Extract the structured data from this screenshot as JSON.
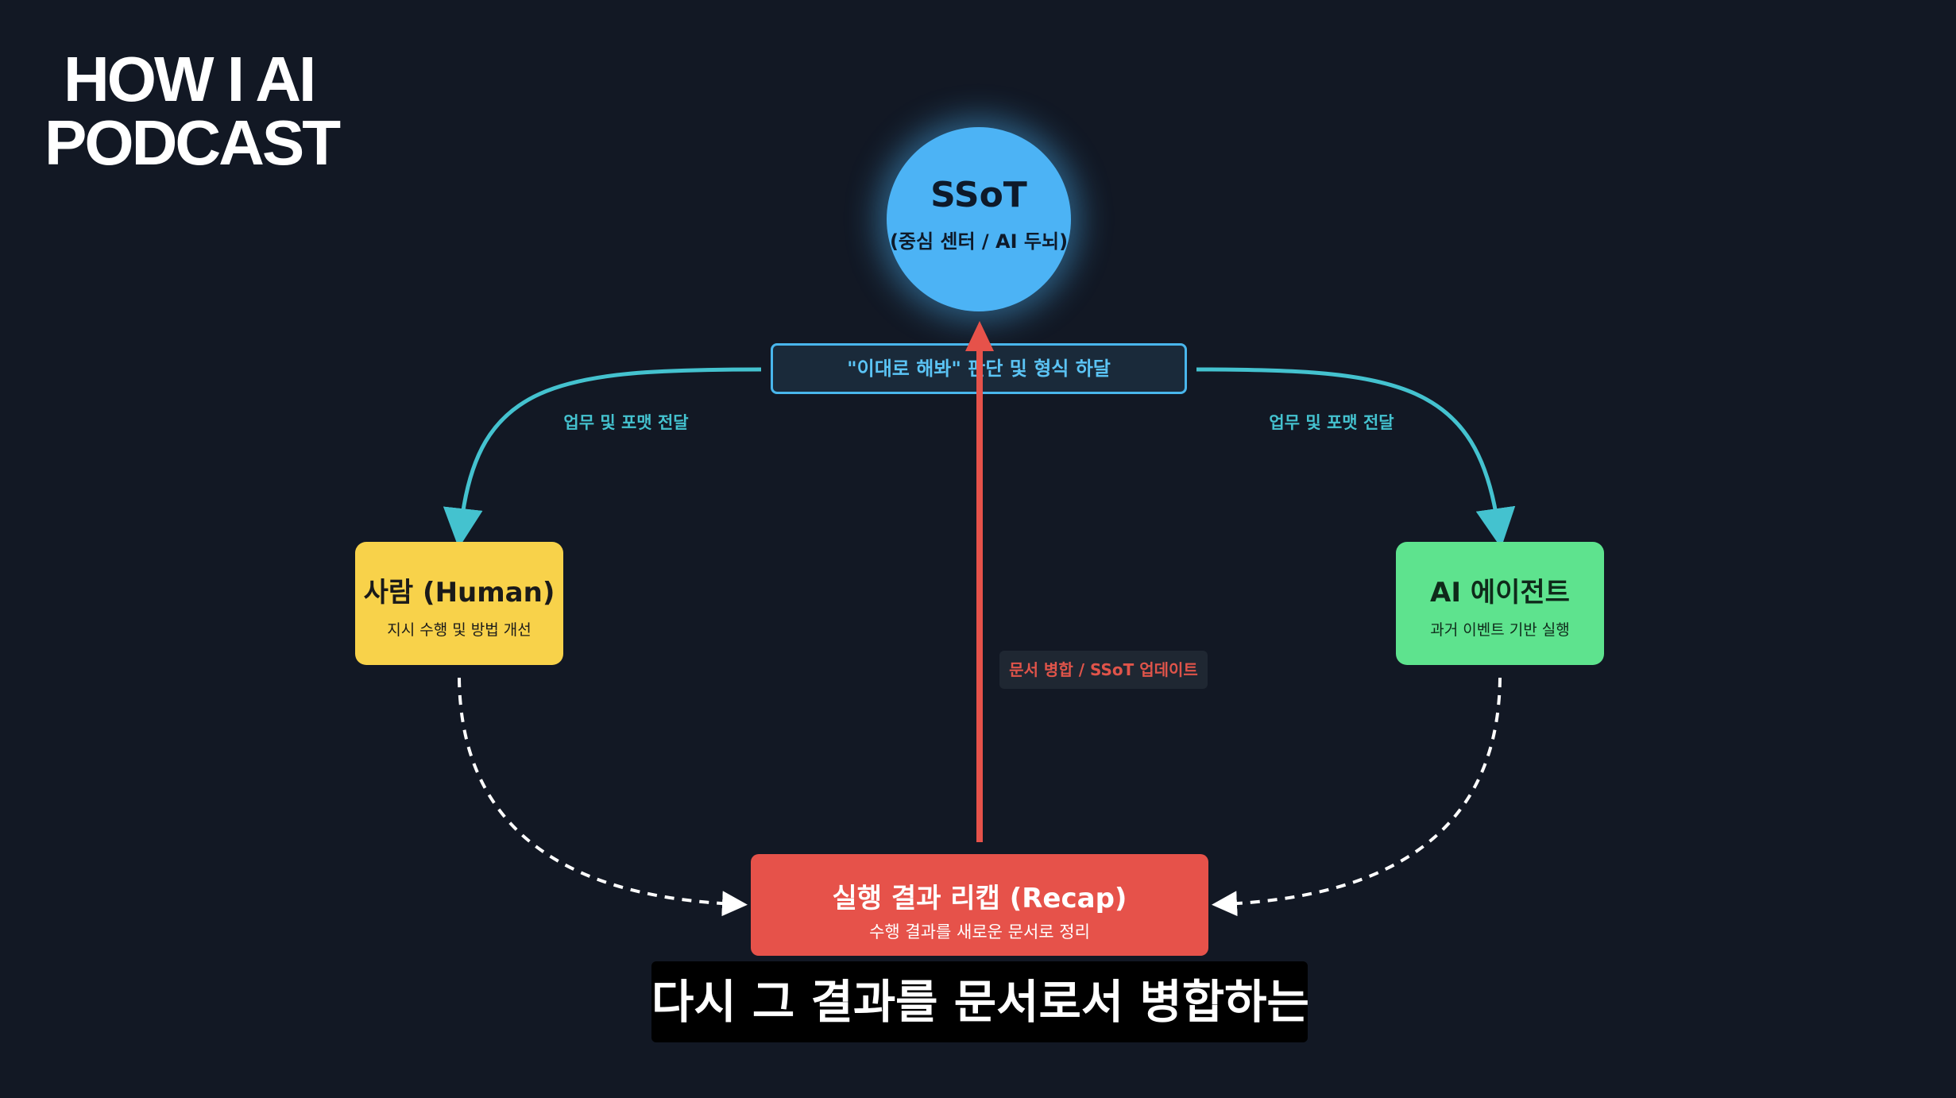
{
  "logo": {
    "line1": "HOW I AI",
    "line2": "PODCAST"
  },
  "diagram": {
    "center": {
      "title": "SSoT",
      "subtitle": "(중심 센터 / AI 두뇌)"
    },
    "decision_box": "\"이대로 해봐\" 판단 및 형식 하달",
    "left_flow_label": "업무 및 포맷 전달",
    "right_flow_label": "업무 및 포맷 전달",
    "human": {
      "title": "사람 (Human)",
      "subtitle": "지시 수행 및 방법 개선"
    },
    "agent": {
      "title": "AI 에이전트",
      "subtitle": "과거 이벤트 기반 실행"
    },
    "merge_label": "문서 병합 / SSoT 업데이트",
    "recap": {
      "title": "실행 결과 리캡 (Recap)",
      "subtitle": "수행 결과를 새로운 문서로 정리"
    },
    "colors": {
      "background": "#121824",
      "ssot": "#4cb3f5",
      "flow_arrows": "#44c2cf",
      "human": "#f8d24a",
      "agent": "#5ee38e",
      "recap": "#e6524a",
      "merge_arrow": "#e6524a"
    }
  },
  "caption": "다시 그 결과를 문서로서 병합하는"
}
